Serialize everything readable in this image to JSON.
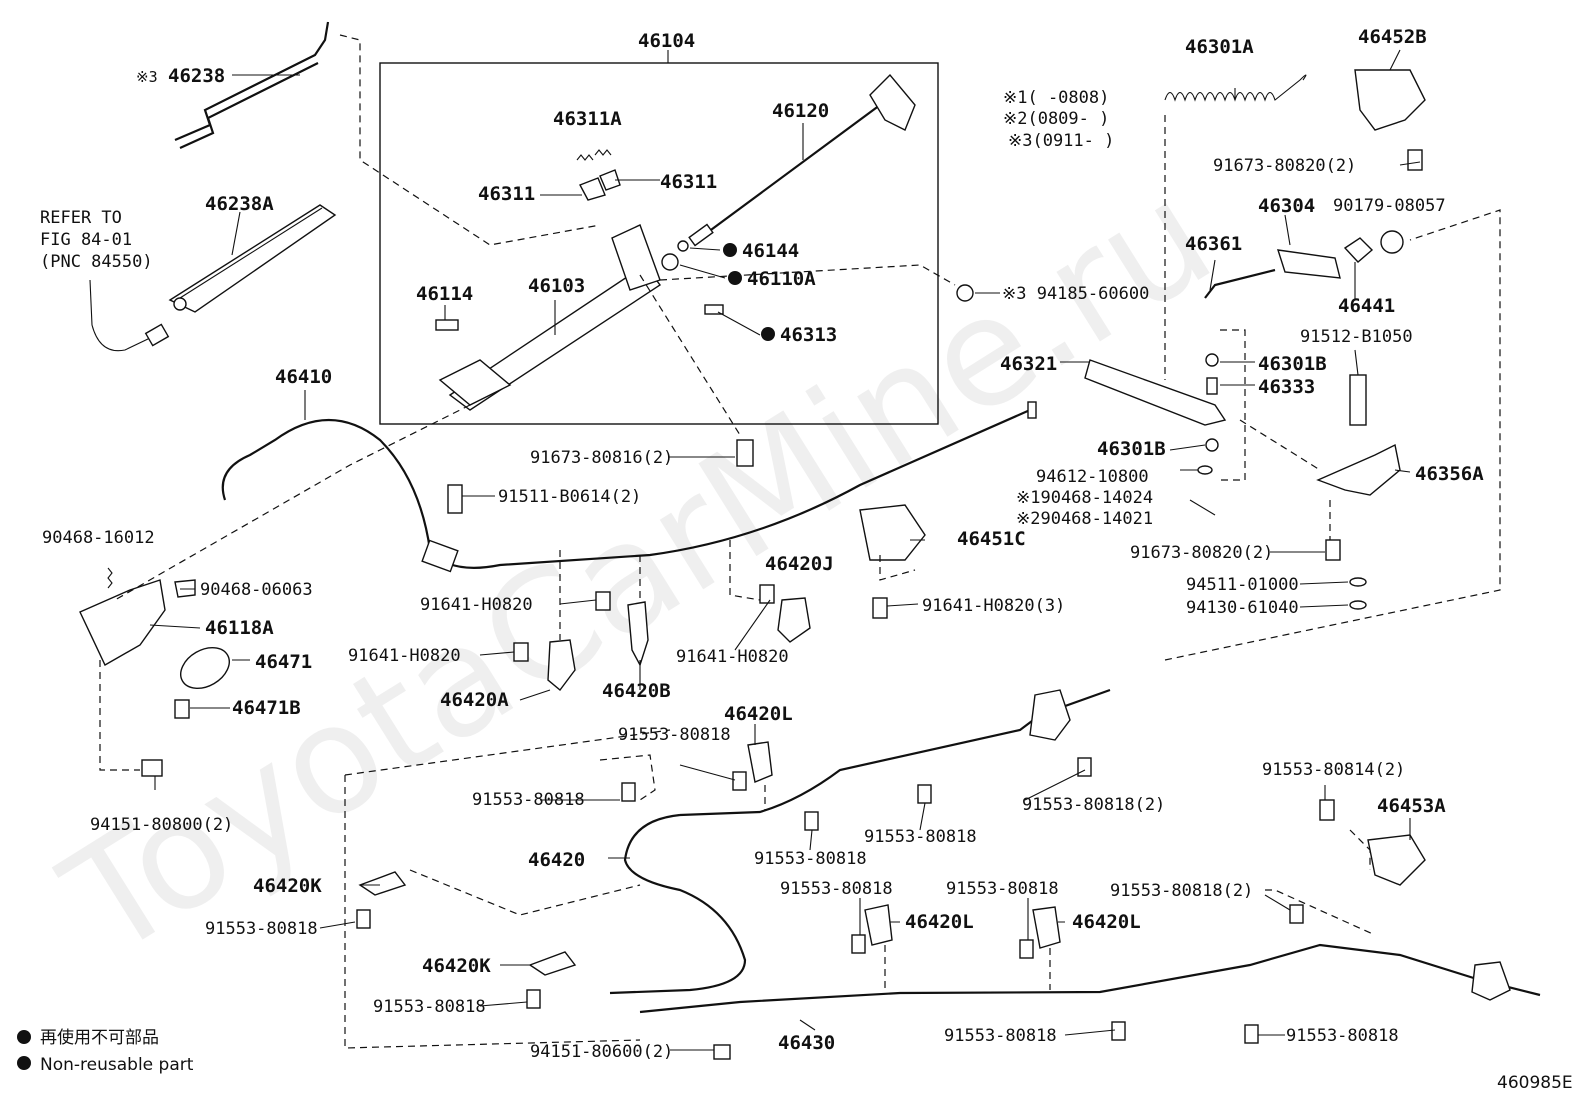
{
  "watermark": "ToyotaCarMine.ru",
  "figure_code": "460985E",
  "legend": {
    "line1": "再使用不可部品",
    "line2": "Non-reusable part"
  },
  "notes": {
    "n1": "※1(   -0808)",
    "n2": "※2(0809-   )",
    "n3": "※3(0911-   )"
  },
  "refer": {
    "line1": "REFER TO",
    "line2": "FIG 84-01",
    "line3": "(PNC 84550)"
  },
  "labels": {
    "p46104": "46104",
    "p46238": "46238",
    "p46238_mark": "※3",
    "p46238A": "46238A",
    "p46311A": "46311A",
    "p46120": "46120",
    "p46311_left": "46311",
    "p46311_right": "46311",
    "p46144": "46144",
    "p46110A": "46110A",
    "p46114": "46114",
    "p46103": "46103",
    "p46313": "46313",
    "p94185": "※3 94185-60600",
    "p46410": "46410",
    "p91673_80816": "91673-80816(2)",
    "p91511": "91511-B0614(2)",
    "p90468_16012": "90468-16012",
    "p90468_06063": "90468-06063",
    "p46118A": "46118A",
    "p46471": "46471",
    "p46471B": "46471B",
    "p94151_80800": "94151-80800(2)",
    "p91641_a": "91641-H0820",
    "p91641_b": "91641-H0820",
    "p91641_c": "91641-H0820",
    "p91641_3": "91641-H0820(3)",
    "p46420A": "46420A",
    "p46420B": "46420B",
    "p46420J": "46420J",
    "p46451C": "46451C",
    "p46301A": "46301A",
    "p46452B": "46452B",
    "p91673_80820_top": "91673-80820(2)",
    "p90179": "90179-08057",
    "p46304": "46304",
    "p46361": "46361",
    "p46441": "46441",
    "p91512": "91512-B1050",
    "p46321": "46321",
    "p46301B_a": "46301B",
    "p46333": "46333",
    "p46301B_b": "46301B",
    "p94612": "94612-10800",
    "p190468": "※190468-14024",
    "p290468": "※290468-14021",
    "p46356A": "46356A",
    "p91673_80820_mid": "91673-80820(2)",
    "p94511": "94511-01000",
    "p94130": "94130-61040",
    "p46420L_top": "46420L",
    "p91553_a": "91553-80818",
    "p91553_b": "91553-80818",
    "p91553_c": "91553-80818",
    "p91553_d": "91553-80818",
    "p91553_2_top": "91553-80818(2)",
    "p91553_80814": "91553-80814(2)",
    "p46453A": "46453A",
    "p46420": "46420",
    "p46420K_a": "46420K",
    "p91553_e": "91553-80818",
    "p91553_f": "91553-80818",
    "p91553_g": "91553-80818",
    "p46420L_a": "46420L",
    "p46420L_b": "46420L",
    "p91553_2_right": "91553-80818(2)",
    "p46420K_b": "46420K",
    "p91553_h": "91553-80818",
    "p46430": "46430",
    "p91553_i": "91553-80818",
    "p91553_j": "91553-80818",
    "p94151_80600": "94151-80600(2)"
  }
}
